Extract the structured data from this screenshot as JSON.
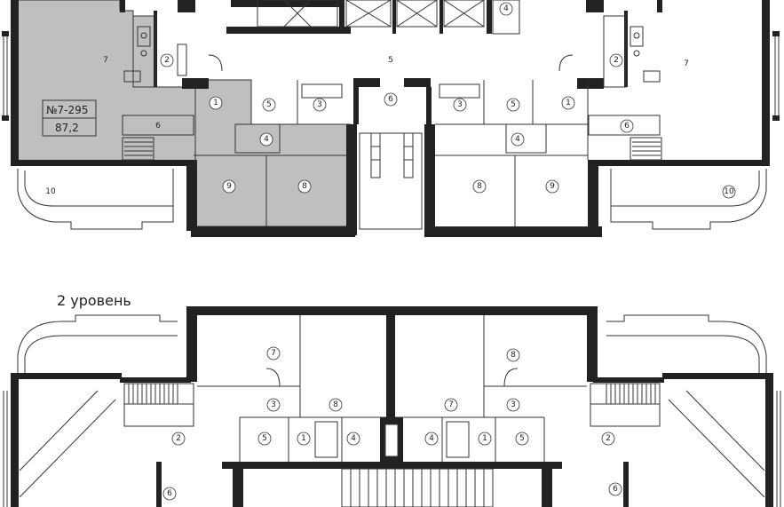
{
  "level_title": "2 уровень",
  "apartment": {
    "number": "№7-295",
    "area": "87,2"
  },
  "colors": {
    "highlight": "#bfbfbf",
    "wall": "#222222",
    "line": "#333333"
  },
  "rooms_top": [
    {
      "id": "t7l",
      "label": "7"
    },
    {
      "id": "t2l",
      "label": "2"
    },
    {
      "id": "t1l",
      "label": "1"
    },
    {
      "id": "t5l",
      "label": "5"
    },
    {
      "id": "t3l",
      "label": "3"
    },
    {
      "id": "t4l",
      "label": "4"
    },
    {
      "id": "t6l",
      "label": "6"
    },
    {
      "id": "t9l",
      "label": "9"
    },
    {
      "id": "t8l",
      "label": "8"
    },
    {
      "id": "t10l",
      "label": "10"
    },
    {
      "id": "t5c",
      "label": "5"
    },
    {
      "id": "t6c",
      "label": "6"
    },
    {
      "id": "t4t",
      "label": "4"
    },
    {
      "id": "t3r",
      "label": "3"
    },
    {
      "id": "t5r",
      "label": "5"
    },
    {
      "id": "t1r",
      "label": "1"
    },
    {
      "id": "t4r",
      "label": "4"
    },
    {
      "id": "t8r",
      "label": "8"
    },
    {
      "id": "t9r",
      "label": "9"
    },
    {
      "id": "t6r",
      "label": "6"
    },
    {
      "id": "t2r",
      "label": "2"
    },
    {
      "id": "t7r",
      "label": "7"
    },
    {
      "id": "t10r",
      "label": "10"
    }
  ],
  "rooms_bottom": [
    {
      "id": "b7l",
      "label": "7"
    },
    {
      "id": "b8r",
      "label": "8"
    },
    {
      "id": "b3l",
      "label": "3"
    },
    {
      "id": "b8l",
      "label": "8"
    },
    {
      "id": "b7r",
      "label": "7"
    },
    {
      "id": "b3r",
      "label": "3"
    },
    {
      "id": "b5l",
      "label": "5"
    },
    {
      "id": "b1l",
      "label": "1"
    },
    {
      "id": "b4l",
      "label": "4"
    },
    {
      "id": "b4r",
      "label": "4"
    },
    {
      "id": "b1r",
      "label": "1"
    },
    {
      "id": "b5r",
      "label": "5"
    },
    {
      "id": "b2l",
      "label": "2"
    },
    {
      "id": "b2r",
      "label": "2"
    },
    {
      "id": "b6l",
      "label": "6"
    },
    {
      "id": "b6r",
      "label": "6"
    }
  ]
}
